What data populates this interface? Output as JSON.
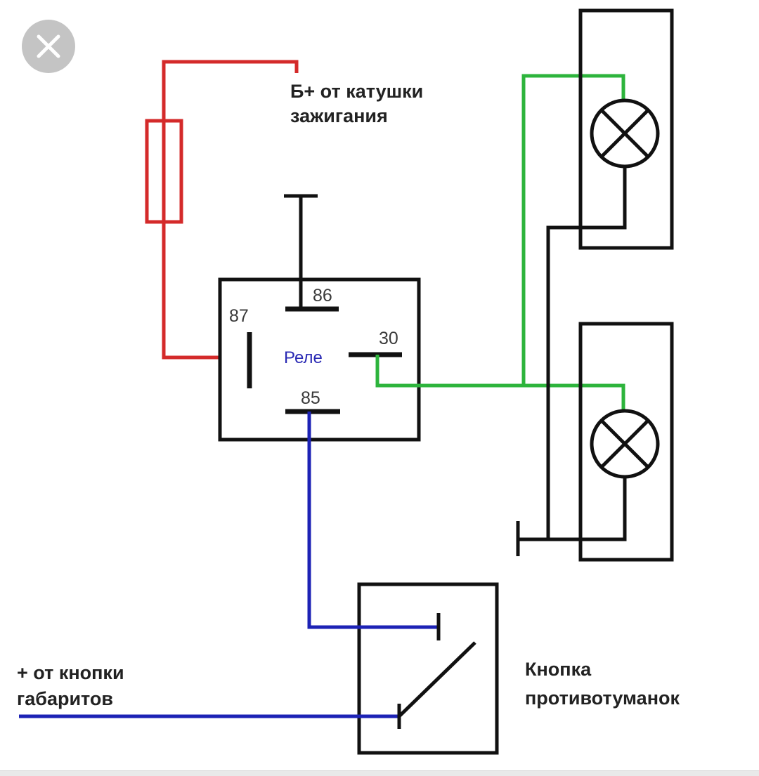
{
  "viewer": {
    "close_icon": "close-icon",
    "close_button_color": "#c4c4c4"
  },
  "diagram": {
    "labels": {
      "ignition_line1": "Б+ от катушки",
      "ignition_line2": "зажигания",
      "relay": "Реле",
      "pin_86": "86",
      "pin_87": "87",
      "pin_30": "30",
      "pin_85": "85",
      "side_lights_line1": "+ от кнопки",
      "side_lights_line2": "габаритов",
      "fog_button_line1": "Кнопка",
      "fog_button_line2": "противотуманок"
    },
    "colors": {
      "power_wire": "#d42a2a",
      "control_wire": "#1c22b5",
      "lamp_wire": "#2db43c",
      "ground_wire": "#111111",
      "relay_label": "#2a2ab4"
    },
    "icons": {
      "fuse": "fuse-icon",
      "lamp": "lamp-icon",
      "ground": "ground-icon",
      "switch": "switch-icon"
    }
  }
}
